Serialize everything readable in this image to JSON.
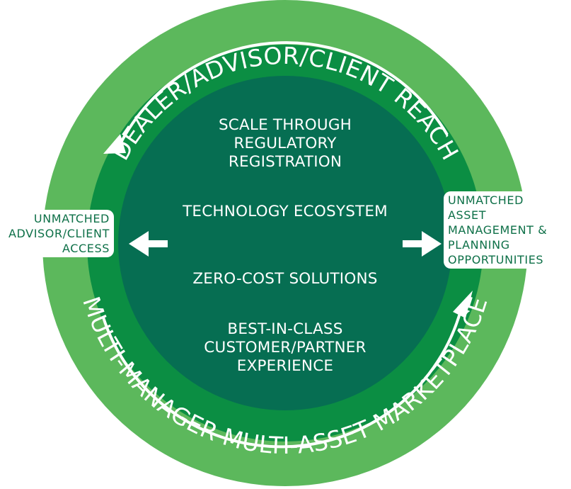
{
  "colors": {
    "outer_ring": "#5cb85c",
    "middle_ring": "#0b8e43",
    "inner_circle": "#066e52",
    "label_text": "#0e7048",
    "arrow": "#ffffff"
  },
  "outer_ring": {
    "top_label": "DEALER/ADVISOR/CLIENT REACH",
    "bottom_label": "MULTI-MANAGER MULTI-ASSET MARKETPLACE"
  },
  "center": {
    "items": [
      {
        "lines": [
          "SCALE THROUGH",
          "REGULATORY",
          "REGISTRATION"
        ]
      },
      {
        "lines": [
          "TECHNOLOGY ECOSYSTEM"
        ]
      },
      {
        "lines": [
          "ZERO-COST SOLUTIONS"
        ]
      },
      {
        "lines": [
          "BEST-IN-CLASS",
          "CUSTOMER/PARTNER",
          "EXPERIENCE"
        ]
      }
    ]
  },
  "left_label": {
    "lines": [
      "UNMATCHED",
      "ADVISOR/CLIENT",
      "ACCESS"
    ]
  },
  "right_label": {
    "lines": [
      "UNMATCHED",
      "ASSET",
      "MANAGEMENT &",
      "PLANNING",
      "OPPORTUNITIES"
    ]
  },
  "icons": {
    "left_arrow": "arrow-left-icon",
    "right_arrow": "arrow-right-icon",
    "top_curved_arrow": "curved-arrow-ccw-icon",
    "bottom_curved_arrow": "curved-arrow-ccw-icon"
  }
}
